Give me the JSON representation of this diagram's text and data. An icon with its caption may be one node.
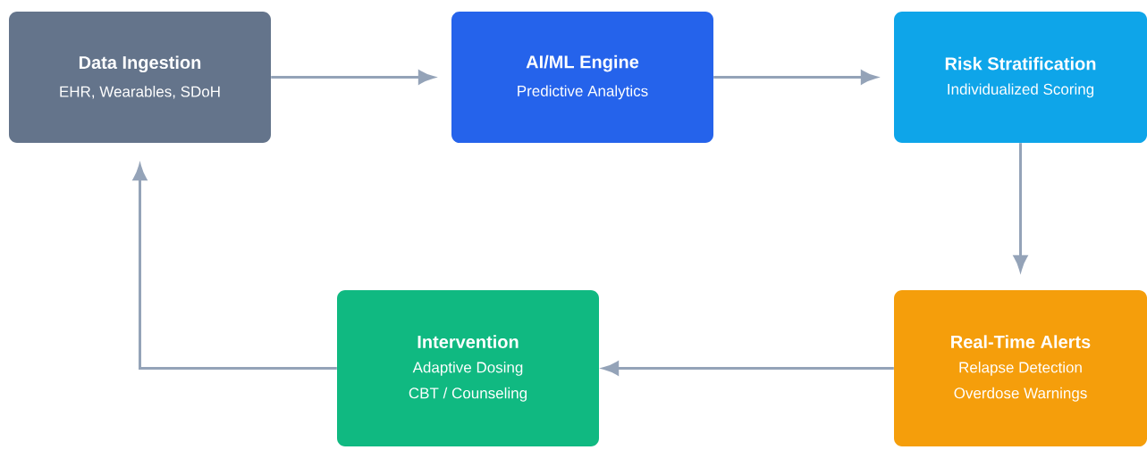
{
  "diagram": {
    "nodes": [
      {
        "text": [
          "Data Ingestion",
          "EHR, Wearables, SDoH"
        ]
      },
      {
        "text": [
          "AI/ML Engine",
          "Predictive Analytics"
        ]
      },
      {
        "text": [
          "Risk Stratification",
          "Individualized Scoring"
        ]
      },
      {
        "text": [
          "Real-Time Alerts",
          "Relapse Detection",
          "Overdose Warnings"
        ]
      },
      {
        "text": [
          "Intervention",
          "Adaptive Dosing",
          "CBT / Counseling"
        ]
      }
    ],
    "edges": [
      {
        "from": 0,
        "to": 1,
        "arrow": "to"
      },
      {
        "from": 1,
        "to": 2,
        "arrow": "to"
      },
      {
        "from": 2,
        "to": 3,
        "arrow": "to"
      },
      {
        "from": 3,
        "to": 4,
        "arrow": "to"
      },
      {
        "from": 4,
        "to": 0,
        "arrow": "to"
      }
    ]
  }
}
